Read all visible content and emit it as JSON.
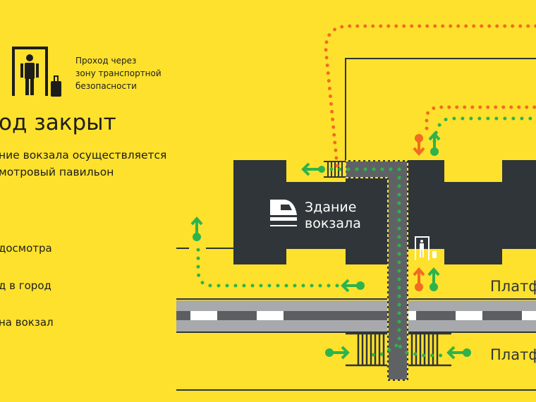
{
  "legend": {
    "security_label_lines": [
      "Проход через",
      "зону транспортной",
      "безопасности"
    ],
    "items": [
      {
        "label": "досмотра",
        "icon": "orange-arrow-icon"
      },
      {
        "label": "д в город",
        "icon": "green-arrow-out-icon"
      },
      {
        "label": "на вокзал",
        "icon": "green-arrow-in-icon"
      }
    ]
  },
  "notice": {
    "title": "од закрыт",
    "text_lines": [
      "ние вокзала осуществляется",
      "мотровый павильон"
    ]
  },
  "map": {
    "station_label_lines": [
      "Здание",
      "вокзала"
    ],
    "platform_labels": [
      "Платф",
      "Платф"
    ]
  },
  "colors": {
    "background": "#fde12d",
    "building": "#2f3538",
    "tunnel": "#5f6265",
    "orange": "#f26b21",
    "green": "#2eb34b"
  }
}
